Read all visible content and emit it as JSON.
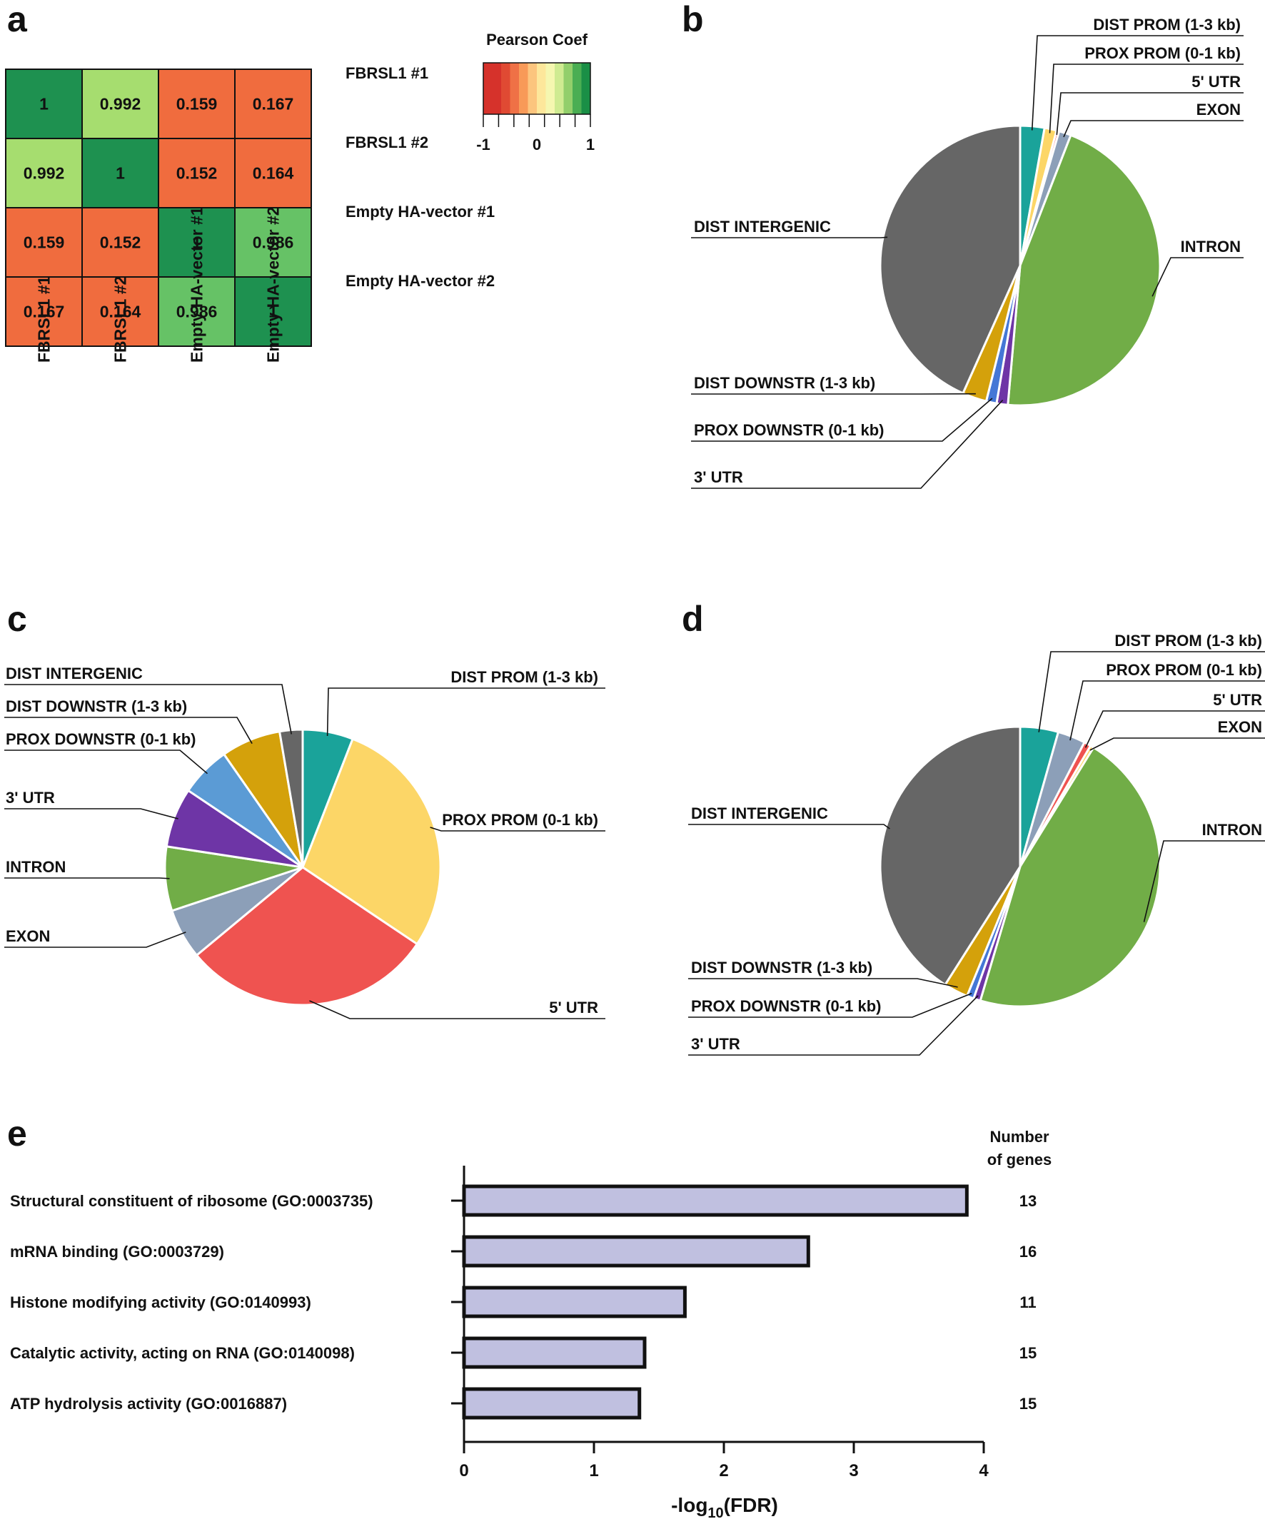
{
  "panels": {
    "a": "a",
    "b": "b",
    "c": "c",
    "d": "d",
    "e": "e"
  },
  "chart_data": [
    {
      "type": "heatmap",
      "panel": "a",
      "rows": [
        "FBRSL1 #1",
        "FBRSL1 #2",
        "Empty HA-vector #1",
        "Empty HA-vector #2"
      ],
      "columns": [
        "FBRSL1 #1",
        "FBRSL1 #2",
        "Empty HA-vector #1",
        "Empty HA-vector #2"
      ],
      "values": [
        [
          1,
          0.992,
          0.159,
          0.167
        ],
        [
          0.992,
          1,
          0.152,
          0.164
        ],
        [
          0.159,
          0.152,
          1,
          0.986
        ],
        [
          0.167,
          0.164,
          0.986,
          1
        ]
      ],
      "colorbar": {
        "title": "Pearson Coef",
        "ticks": [
          "-1",
          "0",
          "1"
        ],
        "range": [
          -1,
          1
        ],
        "colors": [
          "#d6322b",
          "#d6322b",
          "#e04a33",
          "#ef7146",
          "#f89a58",
          "#fcc57e",
          "#fde79b",
          "#f5f7b0",
          "#cfeb91",
          "#92cf6b",
          "#4aae53",
          "#1a8f46"
        ]
      },
      "cell_colors": {
        "one": "#1e9150",
        "high": "#a6dd6f",
        "high2": "#66c266",
        "low": "#f06c3e"
      }
    },
    {
      "type": "pie",
      "panel": "b",
      "labels": [
        "DIST PROM (1-3 kb)",
        "PROX PROM (0-1 kb)",
        "5' UTR",
        "EXON",
        "INTRON",
        "3' UTR",
        "PROX DOWNSTR (0-1 kb)",
        "DIST DOWNSTR (1-3 kb)",
        "DIST INTERGENIC"
      ],
      "values": [
        2.8,
        1.4,
        0.3,
        1.4,
        45.5,
        1.3,
        1.2,
        2.8,
        43.3
      ],
      "colors": [
        "#1aa39a",
        "#fcd667",
        "#ef5350",
        "#8c9fb8",
        "#71ad47",
        "#6e35a6",
        "#4477d6",
        "#d4a10b",
        "#666666"
      ]
    },
    {
      "type": "pie",
      "panel": "c",
      "labels": [
        "DIST PROM (1-3 kb)",
        "PROX PROM (0-1 kb)",
        "5' UTR",
        "EXON",
        "INTRON",
        "3' UTR",
        "PROX DOWNSTR (0-1 kb)",
        "DIST DOWNSTR (1-3 kb)",
        "DIST INTERGENIC"
      ],
      "values": [
        5.5,
        26.5,
        27.5,
        5.5,
        7.0,
        6.5,
        5.5,
        6.5,
        2.5
      ],
      "colors": [
        "#1aa39a",
        "#fcd667",
        "#ef5350",
        "#8c9fb8",
        "#71ad47",
        "#6e35a6",
        "#5b9bd5",
        "#d4a10b",
        "#666666"
      ]
    },
    {
      "type": "pie",
      "panel": "d",
      "labels": [
        "DIST PROM (1-3 kb)",
        "PROX PROM (0-1 kb)",
        "5' UTR",
        "EXON",
        "INTRON",
        "3' UTR",
        "PROX DOWNSTR (0-1 kb)",
        "DIST DOWNSTR (1-3 kb)",
        "DIST INTERGENIC"
      ],
      "values": [
        4.4,
        3.2,
        0.8,
        0.4,
        45.8,
        0.8,
        0.8,
        2.8,
        41.0
      ],
      "colors": [
        "#1aa39a",
        "#8c9fb8",
        "#ef5350",
        "#fcd667",
        "#71ad47",
        "#6e35a6",
        "#4477d6",
        "#d4a10b",
        "#666666"
      ]
    },
    {
      "type": "bar",
      "panel": "e",
      "orientation": "horizontal",
      "categories": [
        "Structural constituent of ribosome (GO:0003735)",
        "mRNA binding (GO:0003729)",
        "Histone modifying activity (GO:0140993)",
        "Catalytic activity, acting on RNA (GO:0140098)",
        "ATP hydrolysis activity (GO:0016887)"
      ],
      "values": [
        3.87,
        2.65,
        1.7,
        1.39,
        1.35
      ],
      "gene_counts": [
        "13",
        "16",
        "11",
        "15",
        "15"
      ],
      "gene_count_header": [
        "Number",
        "of genes"
      ],
      "xlabel": {
        "prefix": "-log",
        "sub": "10",
        "suffix": "(FDR)"
      },
      "xticks": [
        "0",
        "1",
        "2",
        "3",
        "4"
      ],
      "xlim": [
        0,
        4
      ],
      "bar_color": "#c0c0e0"
    }
  ]
}
